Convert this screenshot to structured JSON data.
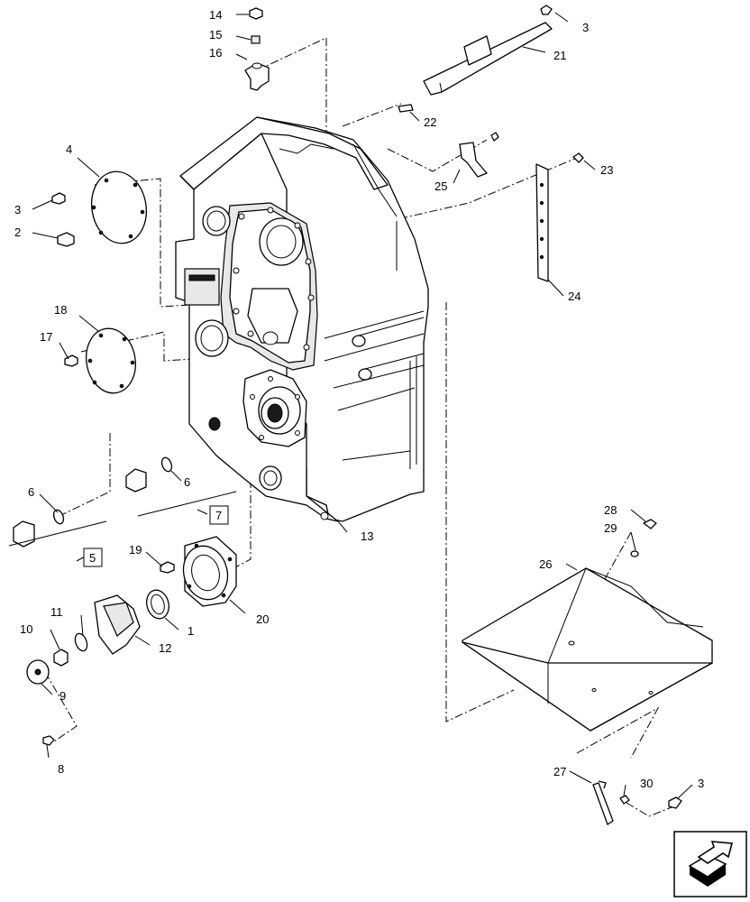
{
  "callouts": {
    "c14": "14",
    "c15": "15",
    "c16": "16",
    "c3a": "3",
    "c21": "21",
    "c22": "22",
    "c23": "23",
    "c25": "25",
    "c24": "24",
    "c4": "4",
    "c3b": "3",
    "c2": "2",
    "c18": "18",
    "c17": "17",
    "c6a": "6",
    "c6b": "6",
    "c7": "7",
    "c5": "5",
    "c13": "13",
    "c19": "19",
    "c20": "20",
    "c1": "1",
    "c12": "12",
    "c11": "11",
    "c10": "10",
    "c9": "9",
    "c8": "8",
    "c28": "28",
    "c29": "29",
    "c26": "26",
    "c27": "27",
    "c30": "30",
    "c3c": "3"
  },
  "icons": {
    "corner": "arrow-navigation-icon"
  }
}
